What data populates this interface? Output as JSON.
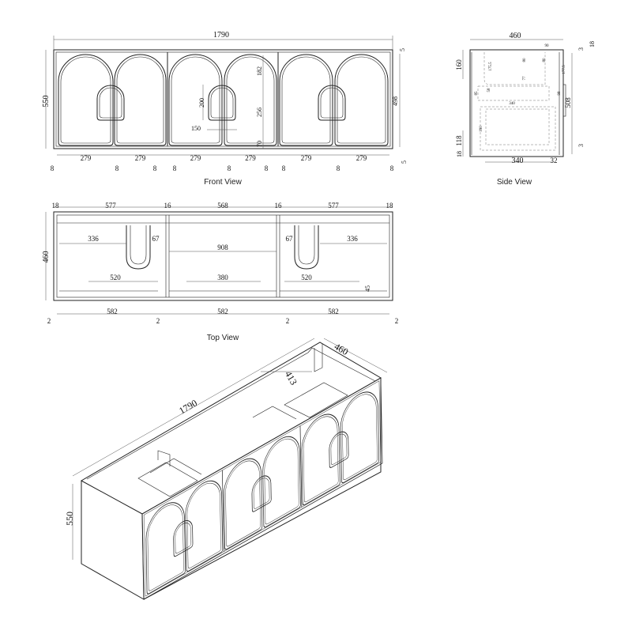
{
  "front_view": {
    "caption": "Front View",
    "overall_width": "1790",
    "overall_height": "550",
    "door_height": "498",
    "top_gap": "5",
    "bottom_gap": "5",
    "door_widths": [
      "279",
      "279",
      "279",
      "279",
      "279",
      "279"
    ],
    "gaps": [
      "8",
      "8",
      "8",
      "8",
      "8",
      "8",
      "8",
      "8",
      "8"
    ],
    "arch_top": "182",
    "handle_span": "256",
    "arch_bottom": "70",
    "handle_height": "200",
    "handle_width": "150"
  },
  "side_view": {
    "caption": "Side View",
    "depth": "460",
    "top_thickness": "18",
    "top_gap": "3",
    "bottom_gap": "3",
    "drawer_height": "508",
    "upper_depth": "160",
    "upper_inner": "175.5",
    "top_offset": "90",
    "d80a": "80",
    "d80b": "80",
    "d77": "77",
    "d85": "85",
    "d58": "58",
    "shelf_depth": "340",
    "right_inner": "177.5",
    "d98": "98",
    "d190": "190",
    "lower_height": "118",
    "base": "18",
    "bottom_depth": "340",
    "back_gap": "32"
  },
  "top_view": {
    "caption": "Top View",
    "top_dims": [
      "18",
      "577",
      "16",
      "568",
      "16",
      "577",
      "18"
    ],
    "depth": "460",
    "inner": [
      "336",
      "67",
      "908",
      "67",
      "336"
    ],
    "lower": [
      "520",
      "380",
      "520"
    ],
    "d45": "45",
    "bottom_dims": [
      "582",
      "582",
      "582"
    ],
    "gaps": [
      "2",
      "2",
      "2",
      "2"
    ]
  },
  "iso_view": {
    "width": "1790",
    "depth": "460",
    "inner_depth": "413",
    "height": "550"
  }
}
